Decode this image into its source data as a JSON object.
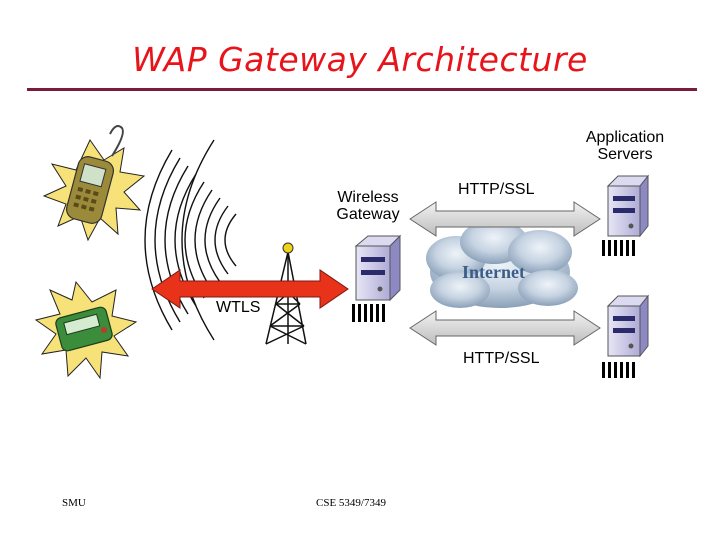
{
  "title": "WAP Gateway Architecture",
  "labels": {
    "application_servers": [
      "Application",
      "Servers"
    ],
    "wireless_gateway": [
      "Wireless",
      "Gateway"
    ],
    "http_ssl_top": "HTTP/SSL",
    "http_ssl_bottom": "HTTP/SSL",
    "internet": "Internet",
    "wtls": "WTLS"
  },
  "footer": {
    "left": "SMU",
    "center": "CSE 5349/7349"
  },
  "icons": [
    "cell-phone-icon",
    "pager-icon",
    "radio-tower-icon",
    "server-icon",
    "internet-cloud-icon",
    "radio-waves-icon",
    "double-arrow-icon"
  ],
  "colors": {
    "title": "#e8141b",
    "title_underline": "#7a1b3a",
    "wtls_arrow": "#e8321a",
    "http_arrow": "#d9d9d9",
    "starburst": "#f7e27a",
    "server_body": "#c9c7e6",
    "cloud": "#b9c8d8"
  }
}
